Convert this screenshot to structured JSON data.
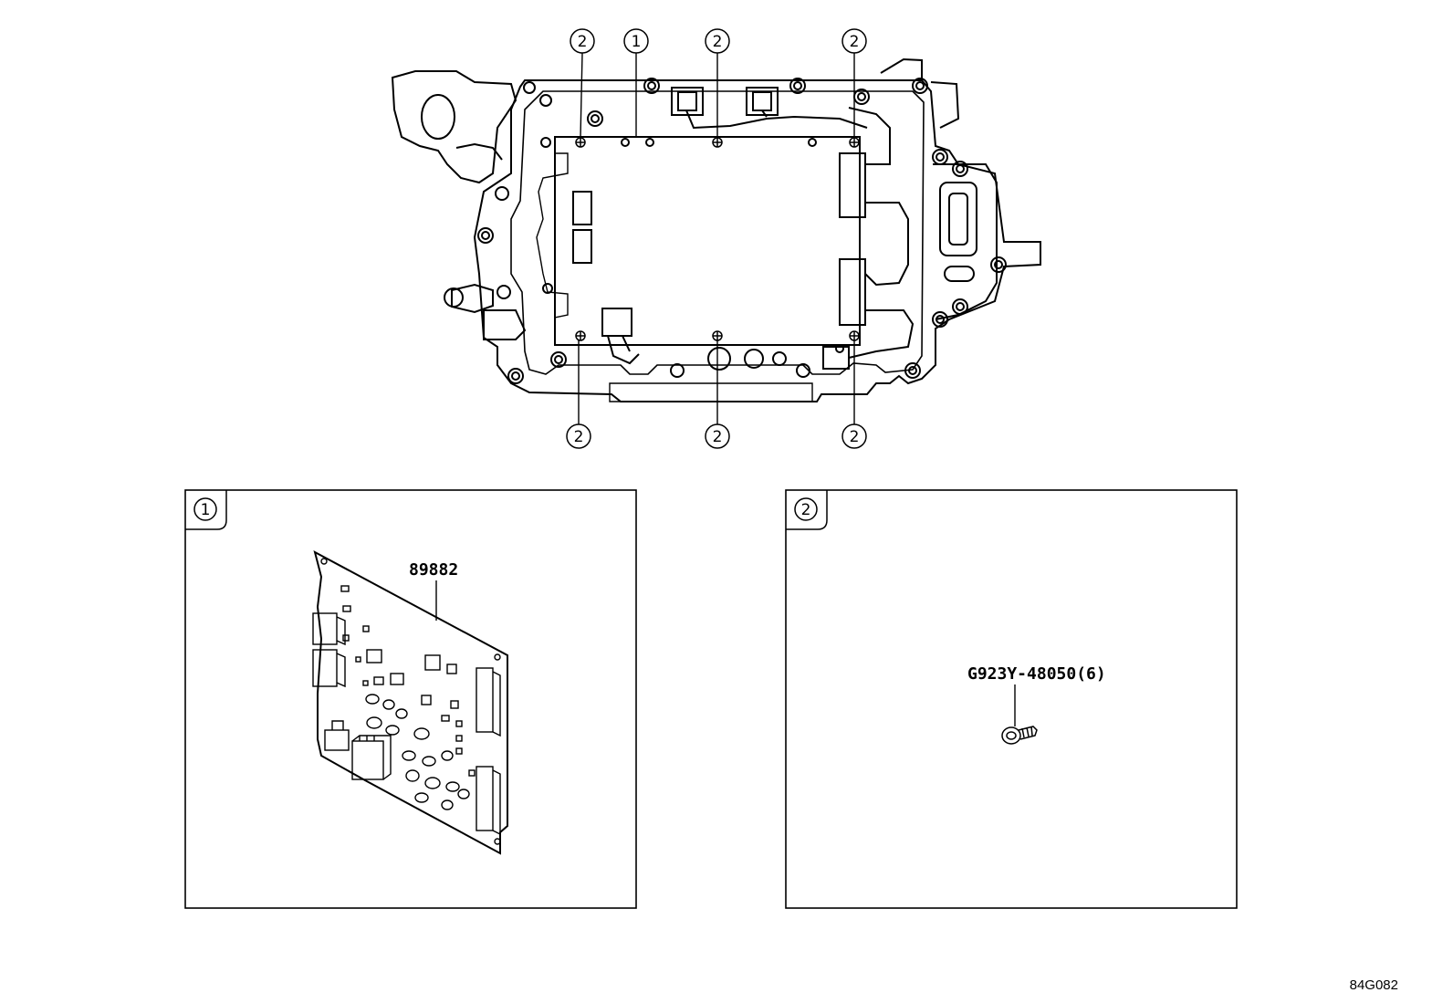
{
  "callouts": {
    "board": "1",
    "screw": "2"
  },
  "panel_board": {
    "tag": "1",
    "part_number": "89882"
  },
  "panel_screw": {
    "tag": "2",
    "part_number": "G923Y-48050(6)"
  },
  "drawing_code": "84G082",
  "colors": {
    "line": "#000000",
    "background": "#ffffff"
  }
}
